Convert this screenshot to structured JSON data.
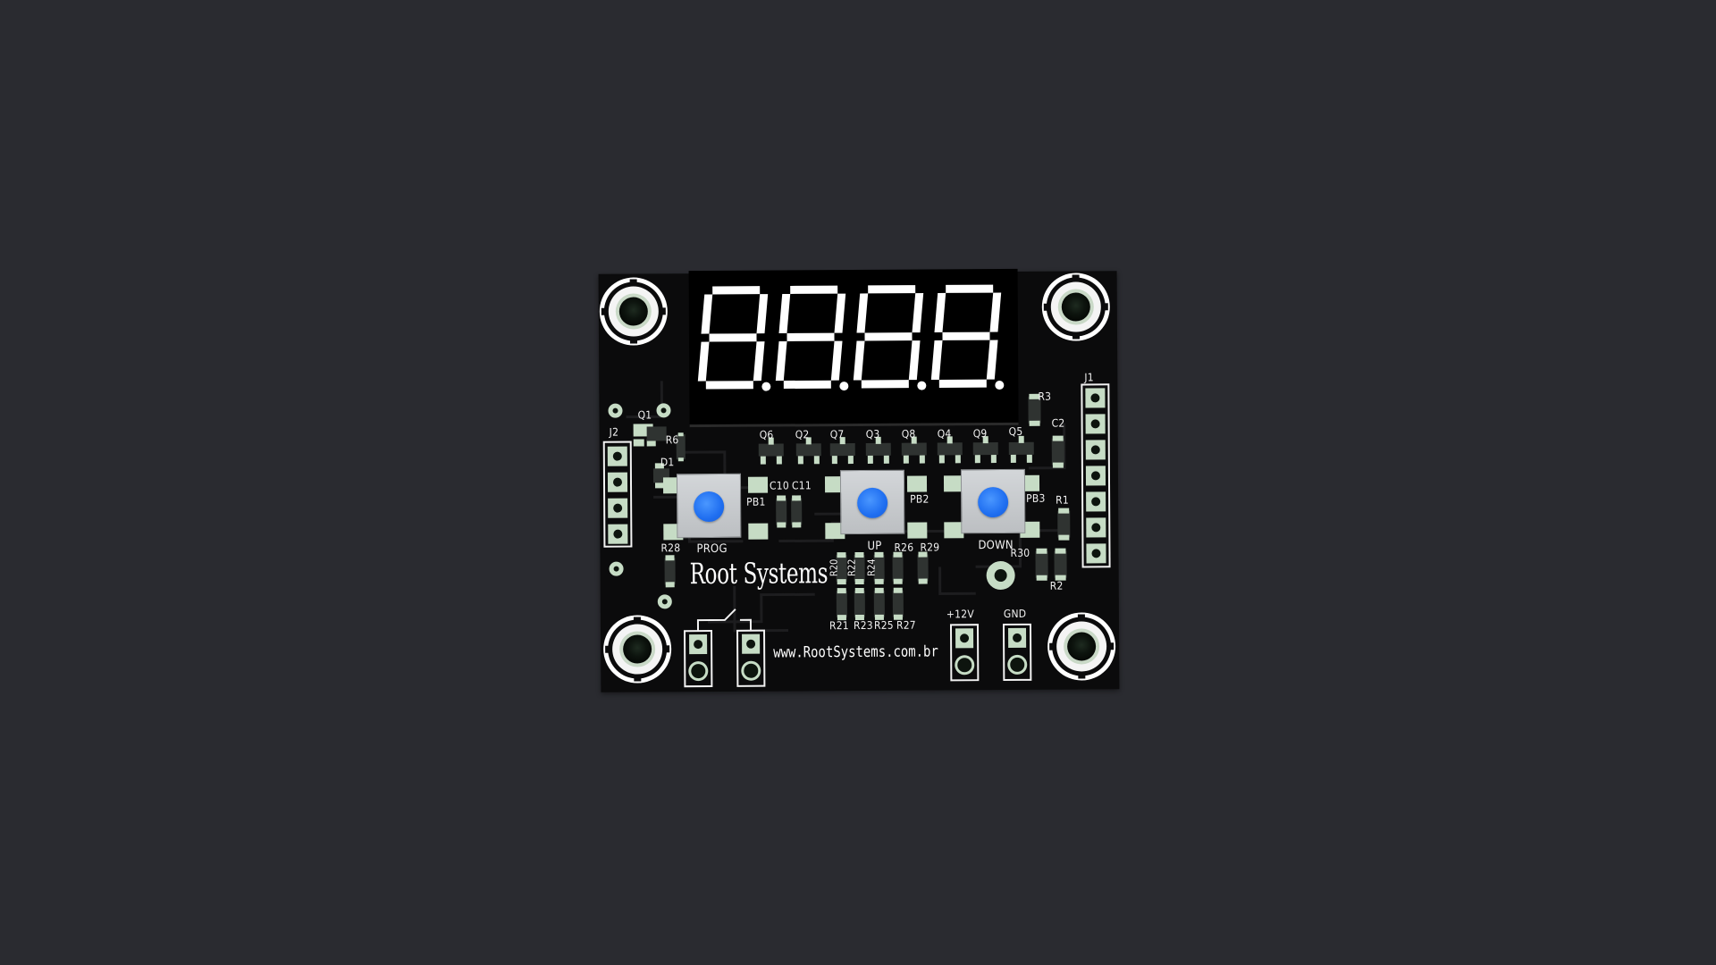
{
  "board": {
    "pcb_color": "#0b0b0c",
    "silk_color": "#f2f2f2",
    "pad_color": "#c6dcc5",
    "button_cap_color": "#1f6ef0",
    "segment_color": "#ffffff"
  },
  "brand": {
    "name": "Root Systems",
    "url": "www.RootSystems.com.br"
  },
  "display": {
    "digits": [
      "8.",
      "8.",
      "8.",
      "8."
    ]
  },
  "buttons": [
    {
      "ref": "PB1",
      "label": "PROG"
    },
    {
      "ref": "PB2",
      "label": "UP"
    },
    {
      "ref": "PB3",
      "label": "DOWN"
    }
  ],
  "connectors": {
    "j1": "J1",
    "j2": "J2",
    "power_pos": "+12V",
    "power_gnd": "GND"
  },
  "designators": {
    "q1": "Q1",
    "q2": "Q2",
    "q3": "Q3",
    "q4": "Q4",
    "q5": "Q5",
    "q6": "Q6",
    "q7": "Q7",
    "q8": "Q8",
    "q9": "Q9",
    "r1": "R1",
    "r2": "R2",
    "r3": "R3",
    "r6": "R6",
    "r20": "R20",
    "r21": "R21",
    "r22": "R22",
    "r23": "R23",
    "r24": "R24",
    "r25": "R25",
    "r26": "R26",
    "r27": "R27",
    "r28": "R28",
    "r29": "R29",
    "r30": "R30",
    "c2": "C2",
    "c10": "C10",
    "c11": "C11",
    "d1": "D1"
  }
}
